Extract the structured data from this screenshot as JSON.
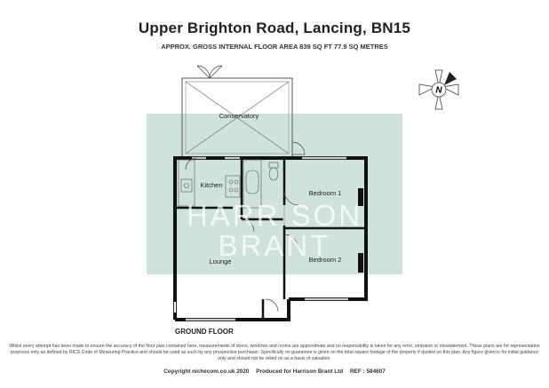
{
  "header": {
    "title": "Upper Brighton Road, Lancing, BN15",
    "subtitle": "APPROX. GROSS INTERNAL FLOOR AREA 839 SQ FT 77.9 SQ METRES"
  },
  "compass": {
    "label": "N"
  },
  "rooms": {
    "conservatory": "Conservatory",
    "kitchen": "Kitchen",
    "bedroom1": "Bedroom 1",
    "bedroom2": "Bedroom 2",
    "lounge": "Lounge"
  },
  "watermark": {
    "line1": "HARRISON",
    "line2": "BRANT"
  },
  "floor_label": "GROUND FLOOR",
  "disclaimer": "Whilst every attempt has been made to ensure the accuracy of the floor plan contained here, measurements of doors, windows and rooms are approximate and no responsibility is taken for any error, omission or misstatement. These plans are for representation purposes only as defined by RICS Code of Measuring Practice and should be used as such by any prospective purchaser. Specifically no guarantee is given on the total square footage of the property if quoted on this plan. Any figure given is for initial guidance only and should not be relied on as a basis of valuation.",
  "footer": {
    "copyright": "Copyright nichecom.co.uk 2020",
    "produced_for": "Produced for Harrison Brant Ltd",
    "ref": "REF : 584607"
  },
  "colors": {
    "watermark_bg": "#cfe3db",
    "wall": "#111111"
  }
}
